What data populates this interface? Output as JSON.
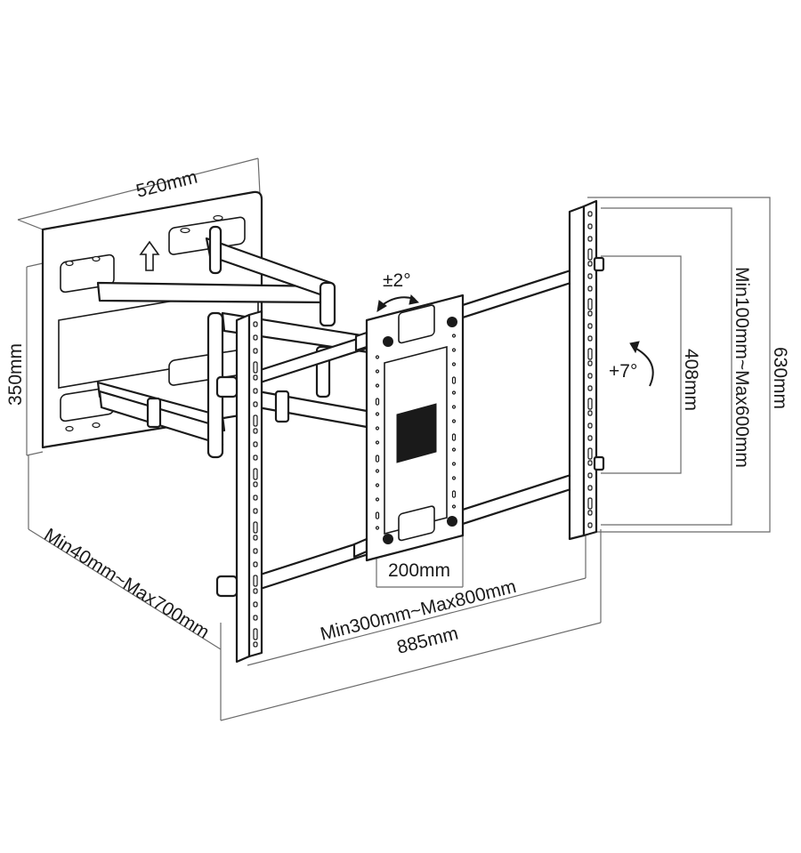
{
  "dimensions": {
    "wall_plate_width": "520mm",
    "wall_plate_height": "350mm",
    "depth": "Min40mm~Max700mm",
    "overall_width": "885mm",
    "vesa_width": "Min300mm~Max800mm",
    "center_plate_width": "200mm",
    "vesa_height": "Min100mm~Max600mm",
    "bracket_height": "630mm",
    "inner_height": "408mm"
  },
  "adjustments": {
    "rotation": "±2°",
    "tilt": "+7°"
  }
}
